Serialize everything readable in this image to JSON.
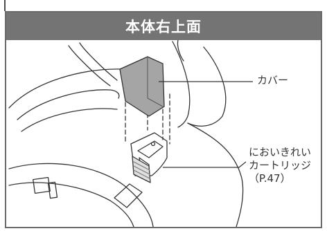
{
  "header": {
    "title": "本体右上面"
  },
  "labels": {
    "cover": "カバー",
    "cartridge": {
      "line1": "においきれい",
      "line2": "カートリッジ",
      "line3": "（P.47）"
    }
  },
  "colors": {
    "header_bg": "#747474",
    "border": "#6a6a6a",
    "cover_fill": "#a5a5a5"
  }
}
